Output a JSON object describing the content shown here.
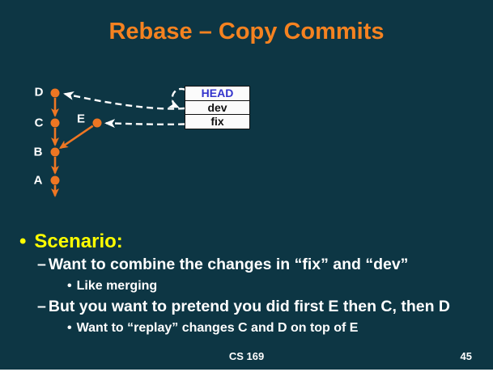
{
  "slide": {
    "title": "Rebase – Copy Commits",
    "footer": {
      "course": "CS 169",
      "page_number": "45"
    }
  },
  "diagram": {
    "commit_labels": [
      "D",
      "C",
      "B",
      "A",
      "E"
    ],
    "ref_rows": [
      {
        "label": "HEAD"
      },
      {
        "label": "dev"
      },
      {
        "label": "fix"
      }
    ],
    "edges": [
      "D→C",
      "C→B",
      "B→A",
      "A→older-history",
      "E→B"
    ],
    "pointer_arrows": [
      "HEAD→dev",
      "dev→D",
      "fix→E"
    ]
  },
  "bullets": [
    {
      "marker": "•",
      "text": "Scenario:"
    },
    {
      "marker": "–",
      "text": "Want to combine the changes in “fix” and “dev”"
    },
    {
      "marker": "•",
      "text": "Like merging"
    },
    {
      "marker": "–",
      "text": "But you want to pretend you did first E then C, then D"
    },
    {
      "marker": "•",
      "text": "Want to “replay” changes C and D on top of E"
    }
  ],
  "colors": {
    "background": "#0d3644",
    "accent_orange": "#ee7623",
    "title_orange": "#f58220",
    "bullet_yellow": "#ffff00",
    "head_blue": "#3333cc",
    "text_white": "#ffffff"
  }
}
